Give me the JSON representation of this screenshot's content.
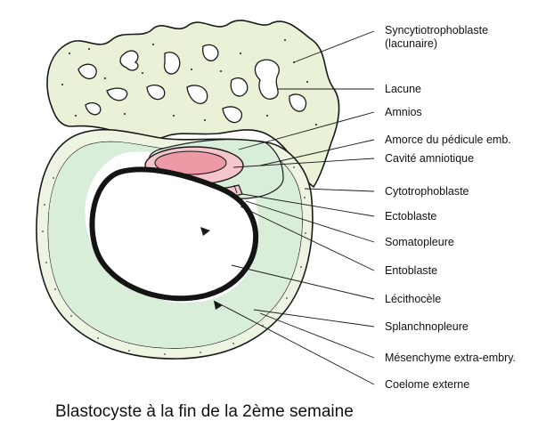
{
  "labels": [
    {
      "id": "syncytio",
      "line1": "Syncytiotrophoblaste",
      "line2": "(lacunaire)"
    },
    {
      "id": "lacune",
      "text": "Lacune"
    },
    {
      "id": "amnios",
      "text": "Amnios"
    },
    {
      "id": "pedicule",
      "text": "Amorce du pédicule emb."
    },
    {
      "id": "cavite",
      "text": "Cavité amniotique"
    },
    {
      "id": "cyto",
      "text": "Cytotrophoblaste"
    },
    {
      "id": "ecto",
      "text": "Ectoblaste"
    },
    {
      "id": "somato",
      "text": "Somatopleure"
    },
    {
      "id": "ento",
      "text": "Entoblaste"
    },
    {
      "id": "lecitho",
      "text": "Lécithocèle"
    },
    {
      "id": "splanchno",
      "text": "Splanchnopleure"
    },
    {
      "id": "mesenchyme",
      "text": "Mésenchyme extra-embry."
    },
    {
      "id": "coelome",
      "text": "Coelome externe"
    }
  ],
  "caption": "Blastocyste à la fin de la 2ème semaine",
  "colors": {
    "syncytio_fill": "#e9f1d6",
    "mesenchyme_fill": "#d9eed9",
    "cyto_fill": "#eef4e2",
    "amnios_fill": "#f4c6cc",
    "cavity_fill": "#ee9aa6",
    "lecitho_ring": "#141414",
    "outline": "#1a1a1a"
  }
}
